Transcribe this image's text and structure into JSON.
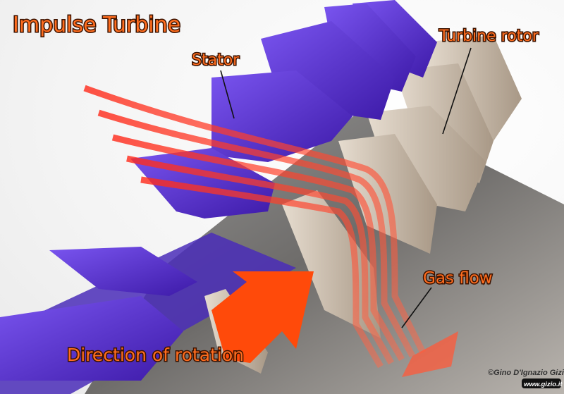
{
  "title": "Impulse Turbine",
  "labels": {
    "stator": "Stator",
    "rotor": "Turbine rotor",
    "gas_flow": "Gas flow",
    "rotation": "Direction of rotation"
  },
  "credit": {
    "author": "©Gino D'Ignazio Gizio",
    "url": "www.gizio.it"
  },
  "colors": {
    "label": "#ff6d1f",
    "stator": "#5b31d8",
    "rotor": "#cdbca8",
    "flow": "#ff3a2a",
    "rotation_arrow": "#ff4a0a"
  }
}
